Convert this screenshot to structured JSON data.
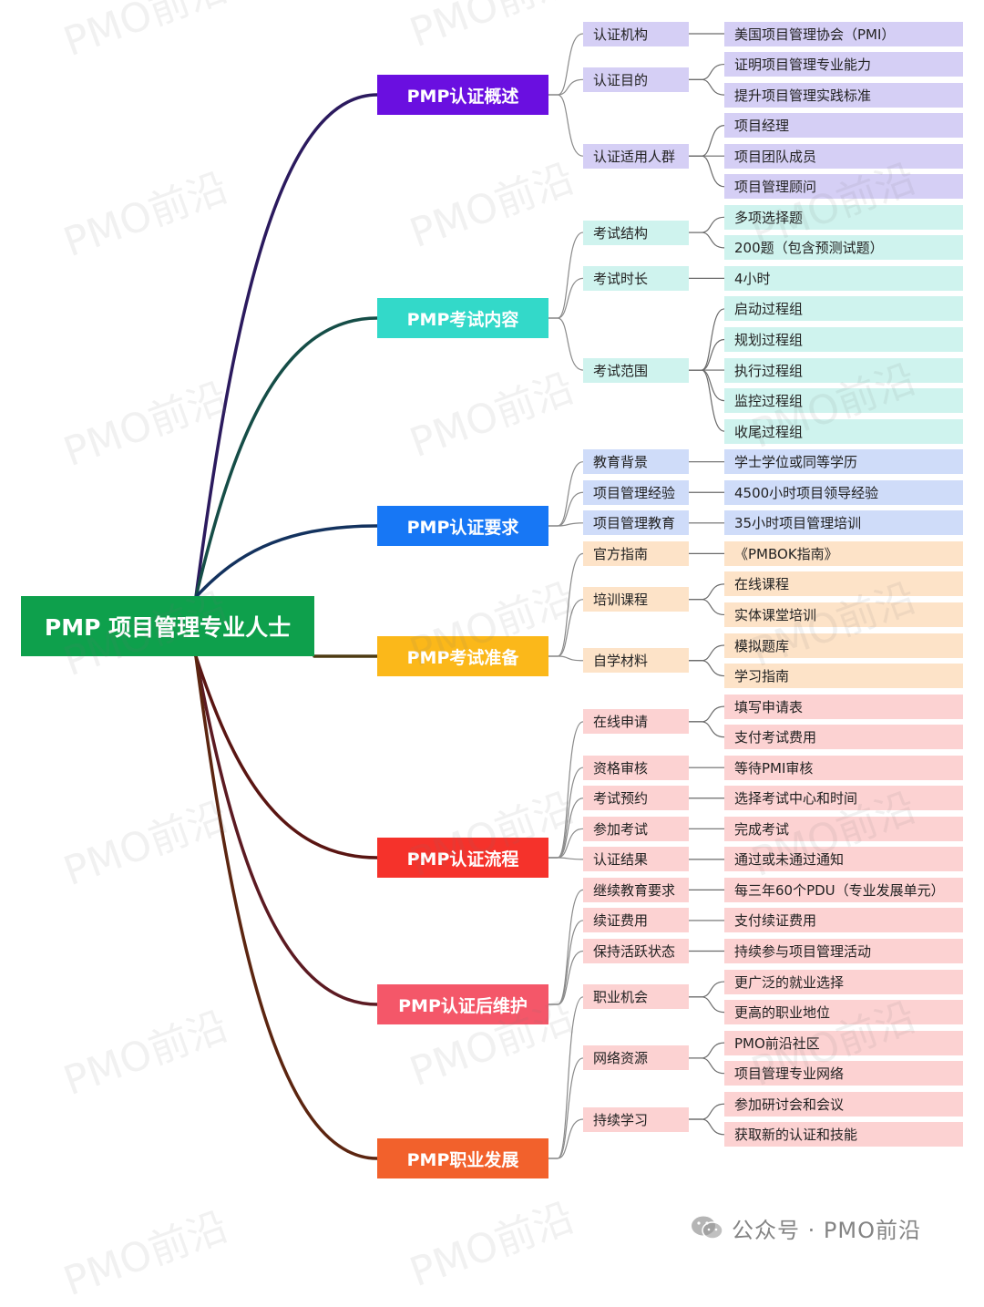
{
  "root": {
    "label": "PMP 项目管理专业人士",
    "color": "#0ea04c"
  },
  "branches": [
    {
      "label": "PMP认证概述",
      "color": "#6a0fe0",
      "line": "#2b1a5e",
      "light": "#d5cff5",
      "subs": [
        {
          "label": "认证机构",
          "leaves": [
            "美国项目管理协会（PMI）"
          ]
        },
        {
          "label": "认证目的",
          "leaves": [
            "证明项目管理专业能力",
            "提升项目管理实践标准"
          ]
        },
        {
          "label": "认证适用人群",
          "leaves": [
            "项目经理",
            "项目团队成员",
            "项目管理顾问"
          ]
        }
      ]
    },
    {
      "label": "PMP考试内容",
      "color": "#33d9c9",
      "line": "#154d47",
      "light": "#cff3ee",
      "subs": [
        {
          "label": "考试结构",
          "leaves": [
            "多项选择题",
            "200题（包含预测试题）"
          ]
        },
        {
          "label": "考试时长",
          "leaves": [
            "4小时"
          ]
        },
        {
          "label": "考试范围",
          "leaves": [
            "启动过程组",
            "规划过程组",
            "执行过程组",
            "监控过程组",
            "收尾过程组"
          ]
        }
      ]
    },
    {
      "label": "PMP认证要求",
      "color": "#1777f5",
      "line": "#13325e",
      "light": "#cfdcf9",
      "subs": [
        {
          "label": "教育背景",
          "leaves": [
            "学士学位或同等学历"
          ]
        },
        {
          "label": "项目管理经验",
          "leaves": [
            "4500小时项目领导经验"
          ]
        },
        {
          "label": "项目管理教育",
          "leaves": [
            "35小时项目管理培训"
          ]
        }
      ]
    },
    {
      "label": "PMP考试准备",
      "color": "#fbb81a",
      "line": "#4d3a12",
      "light": "#fde3c8",
      "subs": [
        {
          "label": "官方指南",
          "leaves": [
            "《PMBOK指南》"
          ]
        },
        {
          "label": "培训课程",
          "leaves": [
            "在线课程",
            "实体课堂培训"
          ]
        },
        {
          "label": "自学材料",
          "leaves": [
            "模拟题库",
            "学习指南"
          ]
        }
      ]
    },
    {
      "label": "PMP认证流程",
      "color": "#f5322b",
      "line": "#5a1512",
      "light": "#fcd2d2",
      "subs": [
        {
          "label": "在线申请",
          "leaves": [
            "填写申请表",
            "支付考试费用"
          ]
        },
        {
          "label": "资格审核",
          "leaves": [
            "等待PMI审核"
          ]
        },
        {
          "label": "考试预约",
          "leaves": [
            "选择考试中心和时间"
          ]
        },
        {
          "label": "参加考试",
          "leaves": [
            "完成考试"
          ]
        },
        {
          "label": "认证结果",
          "leaves": [
            "通过或未通过通知"
          ]
        }
      ]
    },
    {
      "label": "PMP认证后维护",
      "color": "#f45769",
      "line": "#5c1a22",
      "light": "#fcd2d2",
      "subs": [
        {
          "label": "继续教育要求",
          "leaves": [
            "每三年60个PDU（专业发展单元）"
          ]
        },
        {
          "label": "续证费用",
          "leaves": [
            "支付续证费用"
          ]
        },
        {
          "label": "保持活跃状态",
          "leaves": [
            "持续参与项目管理活动"
          ]
        }
      ]
    },
    {
      "label": "PMP职业发展",
      "color": "#f2612c",
      "line": "#5c2510",
      "light": "#fcd2d2",
      "subs": [
        {
          "label": "职业机会",
          "leaves": [
            "更广泛的就业选择",
            "更高的职业地位"
          ]
        },
        {
          "label": "网络资源",
          "leaves": [
            "PMO前沿社区",
            "项目管理专业网络"
          ]
        },
        {
          "label": "持续学习",
          "leaves": [
            "参加研讨会和会议",
            "获取新的认证和技能"
          ]
        }
      ]
    }
  ],
  "watermark": "PMO前沿",
  "footer": {
    "text": "公众号 · PMO前沿",
    "icon": "wechat-icon"
  }
}
